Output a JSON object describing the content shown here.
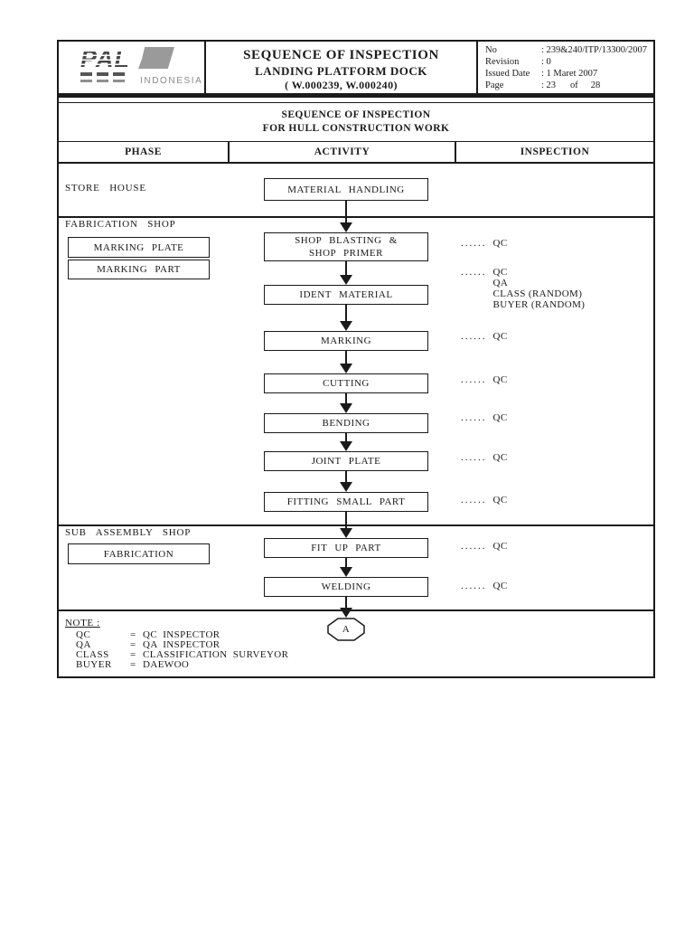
{
  "colors": {
    "ink": "#1a1a1a",
    "logo_dark": "#474747",
    "logo_light": "#9a9a9a"
  },
  "header": {
    "logo": {
      "brand": "PAL",
      "country": "INDONESIA"
    },
    "title": {
      "line1": "SEQUENCE OF INSPECTION",
      "line2": "LANDING PLATFORM DOCK",
      "line3": "( W.000239, W.000240)"
    },
    "info": {
      "no_label": "No",
      "no_value": ": 239&240/ITP/13300/2007",
      "revision_label": "Revision",
      "revision_value": ": 0",
      "issued_label": "Issued Date",
      "issued_value": ": 1 Maret 2007",
      "page_label": "Page",
      "page_value": ": 23",
      "page_of": "of",
      "page_total": "28"
    }
  },
  "subtitle": {
    "line1": "SEQUENCE OF INSPECTION",
    "line2": "FOR HULL CONSTRUCTION WORK"
  },
  "columns": {
    "phase": "PHASE",
    "activity": "ACTIVITY",
    "inspection": "INSPECTION"
  },
  "phases": [
    {
      "label": "STORE HOUSE"
    },
    {
      "label": "FABRICATION SHOP",
      "boxes": [
        "MARKING PLATE",
        "MARKING PART"
      ]
    },
    {
      "label": "SUB ASSEMBLY SHOP",
      "boxes": [
        "FABRICATION"
      ]
    }
  ],
  "activities": [
    {
      "label": "MATERIAL HANDLING"
    },
    {
      "line1": "SHOP BLASTING &",
      "line2": "SHOP PRIMER"
    },
    {
      "label": "IDENT MATERIAL"
    },
    {
      "label": "MARKING"
    },
    {
      "label": "CUTTING"
    },
    {
      "label": "BENDING"
    },
    {
      "label": "JOINT PLATE"
    },
    {
      "label": "FITTING SMALL PART"
    },
    {
      "label": "FIT UP PART"
    },
    {
      "label": "WELDING"
    }
  ],
  "inspection_marks": [
    {
      "dots": "......",
      "lines": [
        "QC"
      ]
    },
    {
      "dots": "......",
      "lines": [
        "QC",
        "QA",
        "CLASS (RANDOM)",
        "BUYER (RANDOM)"
      ]
    },
    {
      "dots": "......",
      "lines": [
        "QC"
      ]
    },
    {
      "dots": "......",
      "lines": [
        "QC"
      ]
    },
    {
      "dots": "......",
      "lines": [
        "QC"
      ]
    },
    {
      "dots": "......",
      "lines": [
        "QC"
      ]
    },
    {
      "dots": "......",
      "lines": [
        "QC"
      ]
    },
    {
      "dots": "......",
      "lines": [
        "QC"
      ]
    },
    {
      "dots": "......",
      "lines": [
        "QC"
      ]
    }
  ],
  "connector": {
    "label": "A"
  },
  "note": {
    "title": "NOTE :",
    "items": [
      {
        "abbr": "QC",
        "eq": "=",
        "meaning": "QC INSPECTOR"
      },
      {
        "abbr": "QA",
        "eq": "=",
        "meaning": "QA INSPECTOR"
      },
      {
        "abbr": "CLASS",
        "eq": "=",
        "meaning": "CLASSIFICATION SURVEYOR"
      },
      {
        "abbr": "BUYER",
        "eq": "=",
        "meaning": "DAEWOO"
      }
    ]
  }
}
